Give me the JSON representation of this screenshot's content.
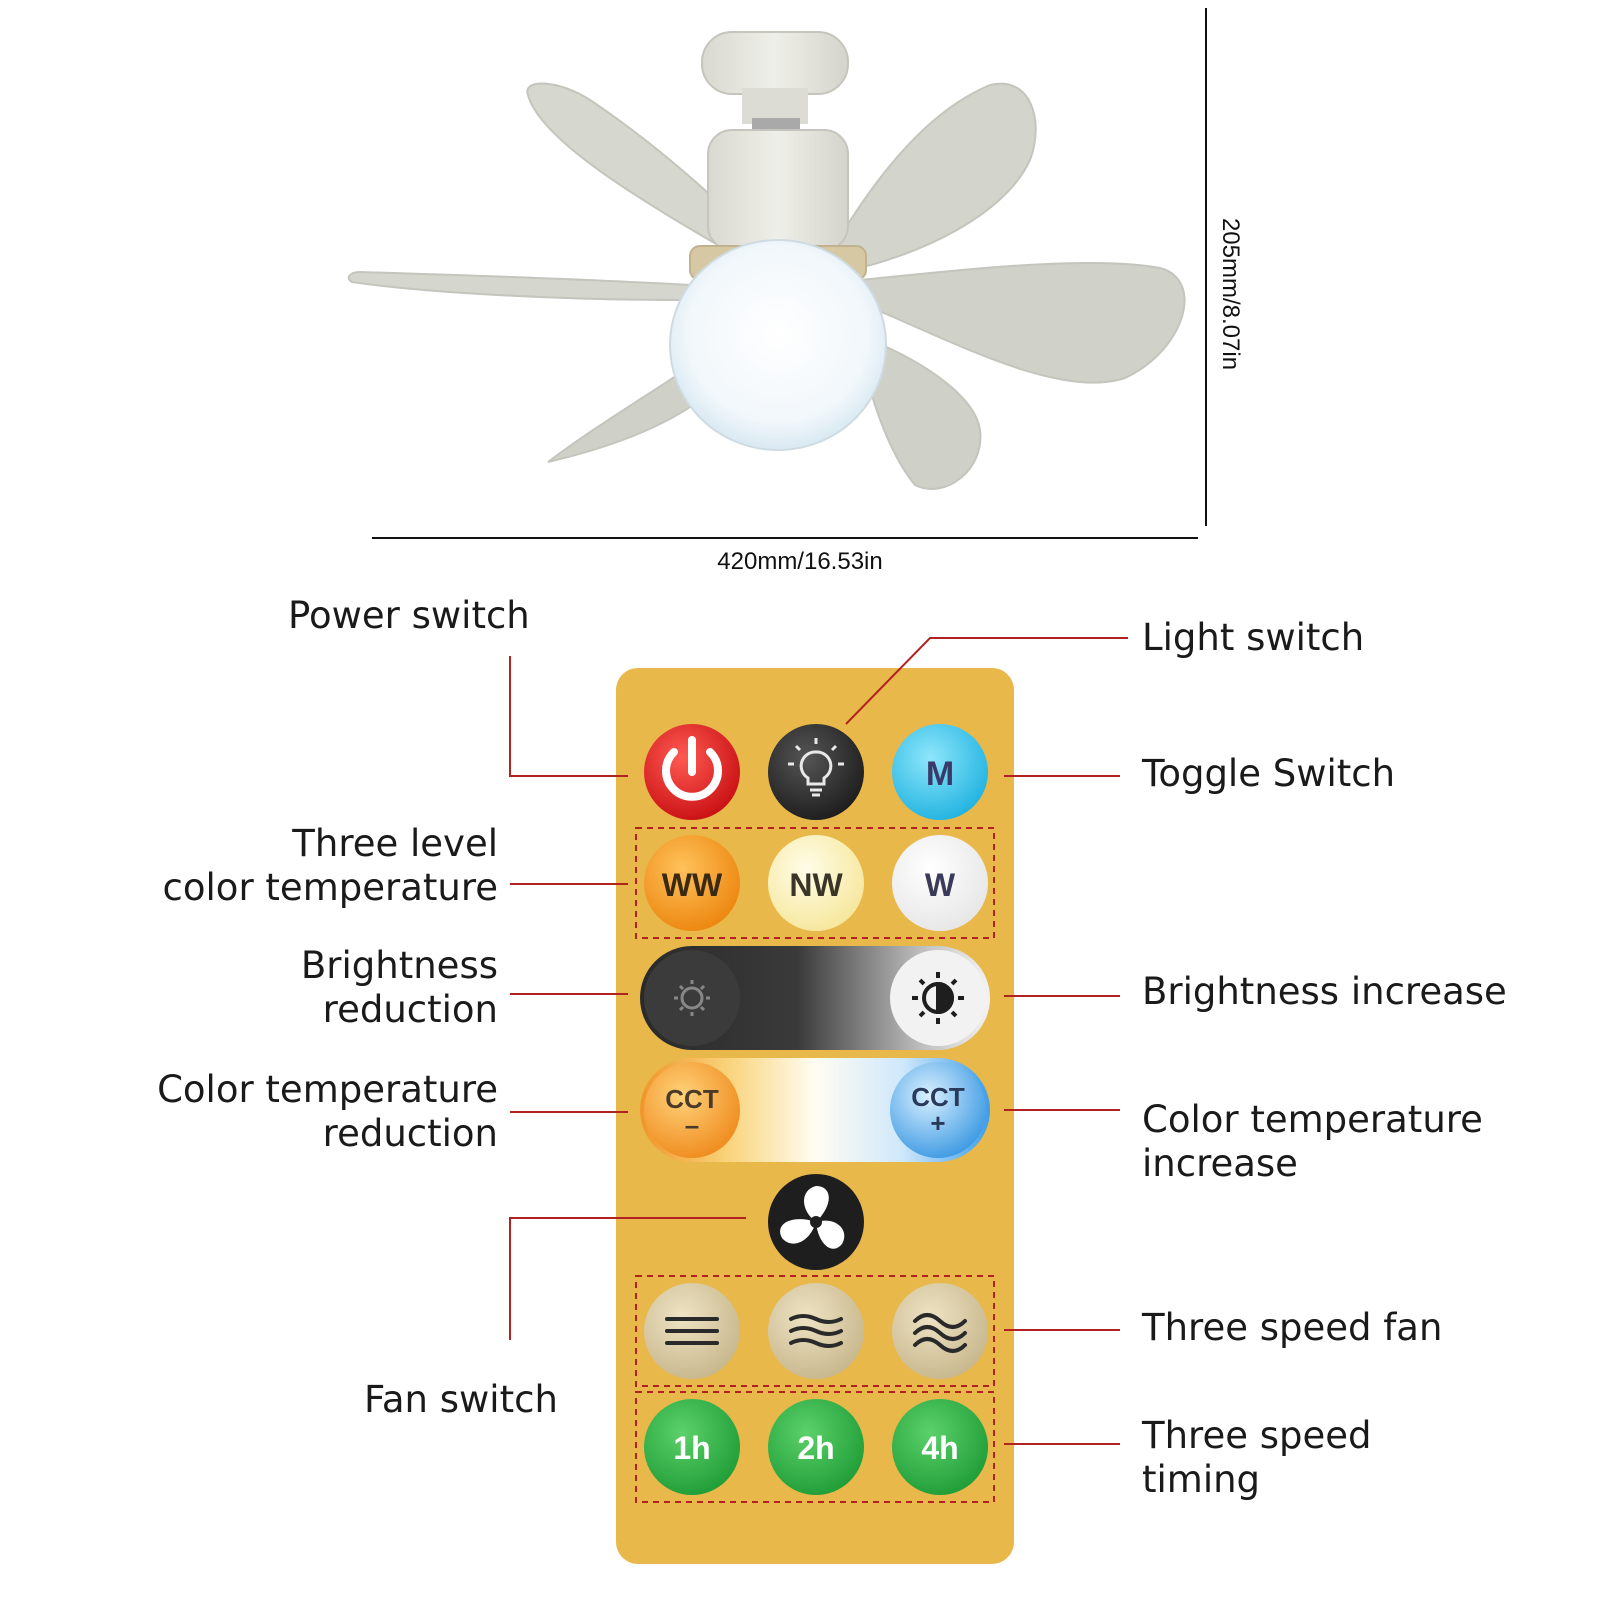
{
  "dimensions": {
    "width": "420mm/16.53in",
    "height": "205mm/8.07in"
  },
  "callouts": {
    "power_switch": "Power switch",
    "light_switch": "Light switch",
    "toggle_switch": "Toggle Switch",
    "color_temp_levels_line1": "Three level",
    "color_temp_levels_line2": "color temperature",
    "brightness_reduction_line1": "Brightness",
    "brightness_reduction_line2": "reduction",
    "brightness_increase": "Brightness increase",
    "cct_reduction_line1": "Color temperature",
    "cct_reduction_line2": "reduction",
    "cct_increase_line1": "Color temperature",
    "cct_increase_line2": "increase",
    "fan_switch": "Fan switch",
    "three_speed_fan": "Three speed fan",
    "three_speed_timing_line1": "Three speed",
    "three_speed_timing_line2": "timing"
  },
  "buttons": {
    "mode": "M",
    "warm_white": "WW",
    "neutral_white": "NW",
    "white": "W",
    "cct_minus_top": "CCT",
    "cct_minus_bottom": "–",
    "cct_plus_top": "CCT",
    "cct_plus_bottom": "+",
    "timer_1": "1h",
    "timer_2": "2h",
    "timer_4": "4h"
  },
  "icons": {
    "power": "power-icon",
    "light": "lightbulb-icon",
    "brightness_down": "sun-dim-icon",
    "brightness_up": "sun-bright-icon",
    "fan": "fan-icon",
    "speed_low": "speed-low-icon",
    "speed_mid": "speed-mid-icon",
    "speed_high": "speed-high-icon"
  },
  "colors": {
    "remote_body": "#e9b84a",
    "leader_line": "#b22222",
    "power_button": "#e3171b",
    "light_button": "#2b2b2b",
    "mode_button": "#39c4ea",
    "ww_button": "#f39a1e",
    "nw_button": "#fbf2b8",
    "w_button": "#ffffff",
    "speed_button": "#d8caa6",
    "timer_button": "#2fb247",
    "fan_body": "#dcddd6"
  }
}
